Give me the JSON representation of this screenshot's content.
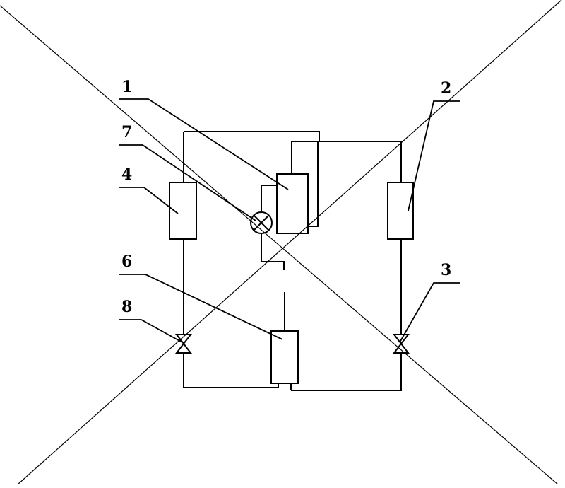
{
  "labels": {
    "l1": "1",
    "l2": "2",
    "l3": "3",
    "l4": "4",
    "l6": "6",
    "l7": "7",
    "l8": "8"
  },
  "stroke_color": "#000000",
  "background": "#ffffff"
}
